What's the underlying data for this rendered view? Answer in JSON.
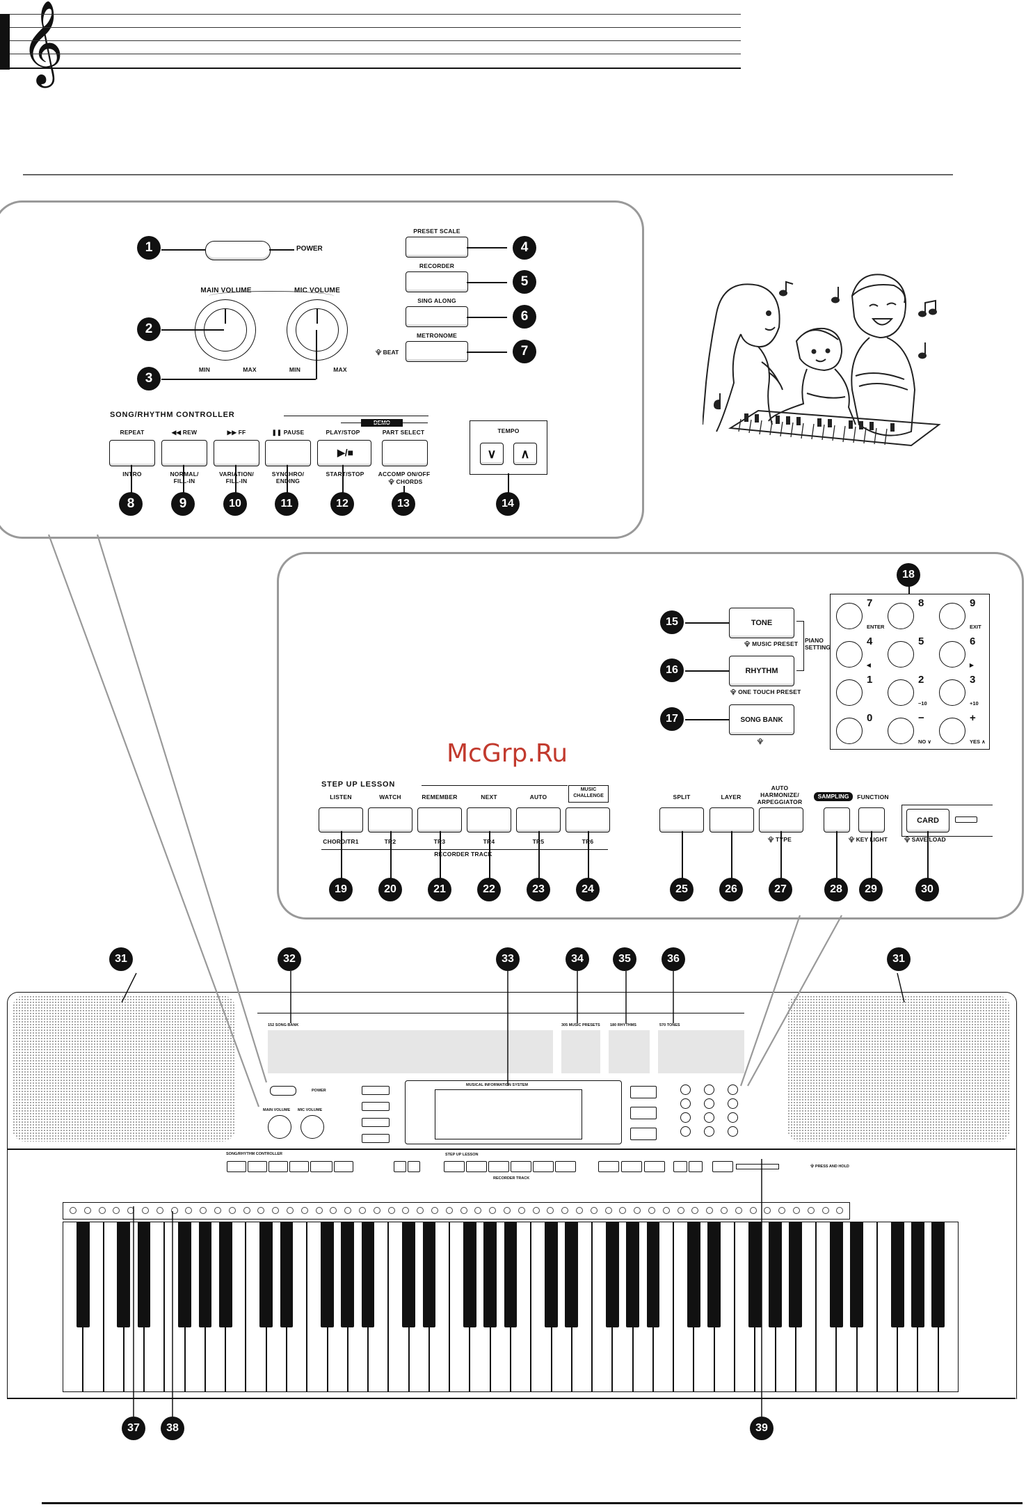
{
  "watermark": "McGrp.Ru",
  "callouts": [
    "1",
    "2",
    "3",
    "4",
    "5",
    "6",
    "7",
    "8",
    "9",
    "10",
    "11",
    "12",
    "13",
    "14",
    "15",
    "16",
    "17",
    "18",
    "19",
    "20",
    "21",
    "22",
    "23",
    "24",
    "25",
    "26",
    "27",
    "28",
    "29",
    "30",
    "31",
    "32",
    "33",
    "34",
    "35",
    "36",
    "37",
    "38",
    "39"
  ],
  "top_panel": {
    "power": "POWER",
    "main_volume": "MAIN VOLUME",
    "mic_volume": "MIC VOLUME",
    "min": "MIN",
    "max": "MAX",
    "preset_scale": "PRESET SCALE",
    "recorder": "RECORDER",
    "sing_along": "SING ALONG",
    "metronome": "METRONOME",
    "beat": "BEAT",
    "controller_title": "SONG/RHYTHM CONTROLLER",
    "demo": "DEMO",
    "tempo": "TEMPO",
    "tempo_down": "∨",
    "tempo_up": "∧",
    "controller_buttons": [
      {
        "top": "REPEAT",
        "bottom": "INTRO"
      },
      {
        "top": "◀◀ REW",
        "bottom": "NORMAL/ FILL-IN"
      },
      {
        "top": "▶▶ FF",
        "bottom": "VARIATION/ FILL-IN"
      },
      {
        "top": "❚❚ PAUSE",
        "bottom": "SYNCHRO/ ENDING"
      },
      {
        "top": "PLAY/STOP",
        "bottom": "START/STOP",
        "glyph": "▶/■"
      },
      {
        "top": "PART SELECT",
        "bottom": "ACCOMP ON/OFF",
        "bottom2": "CHORDS"
      }
    ]
  },
  "mid_panel": {
    "tone": "TONE",
    "music_preset": "MUSIC PRESET",
    "piano_setting": "PIANO SETTING",
    "rhythm": "RHYTHM",
    "one_touch_preset": "ONE TOUCH PRESET",
    "song_bank": "SONG BANK",
    "numpad": [
      {
        "n": "7",
        "sub": "ENTER"
      },
      {
        "n": "8",
        "sub": ""
      },
      {
        "n": "9",
        "sub": "EXIT"
      },
      {
        "n": "4",
        "sub": "◀"
      },
      {
        "n": "5",
        "sub": ""
      },
      {
        "n": "6",
        "sub": "▶"
      },
      {
        "n": "1",
        "sub": ""
      },
      {
        "n": "2",
        "sub": "−10"
      },
      {
        "n": "3",
        "sub": "+10"
      },
      {
        "n": "0",
        "sub": ""
      },
      {
        "n": "−",
        "sub": "NO ∨"
      },
      {
        "n": "+",
        "sub": "YES ∧"
      }
    ],
    "step_up_lesson": "STEP UP LESSON",
    "music_challenge": "MUSIC CHALLENGE",
    "lesson_buttons": [
      {
        "top": "LISTEN",
        "bottom": "CHORD/TR1"
      },
      {
        "top": "WATCH",
        "bottom": "TR2"
      },
      {
        "top": "REMEMBER",
        "bottom": "TR3"
      },
      {
        "top": "NEXT",
        "bottom": "TR4"
      },
      {
        "top": "AUTO",
        "bottom": "TR5"
      },
      {
        "top": "",
        "bottom": "TR6"
      }
    ],
    "recorder_track": "RECORDER TRACK",
    "split": "SPLIT",
    "layer": "LAYER",
    "auto_harmonize": "AUTO HARMONIZE/ ARPEGGIATOR",
    "type": "TYPE",
    "sampling": "SAMPLING",
    "function": "FUNCTION",
    "key_light": "KEY LIGHT",
    "card": "CARD",
    "save_load": "SAVE/LOAD"
  },
  "keyboard": {
    "song_bank_label": "152 SONG BANK",
    "music_presets_label": "305 MUSIC PRESETS",
    "rhythms_label": "180 RHYTHMS",
    "tones_label": "570 TONES",
    "lcd_title": "MUSICAL INFORMATION SYSTEM",
    "press_and_hold": "PRESS AND HOLD"
  }
}
